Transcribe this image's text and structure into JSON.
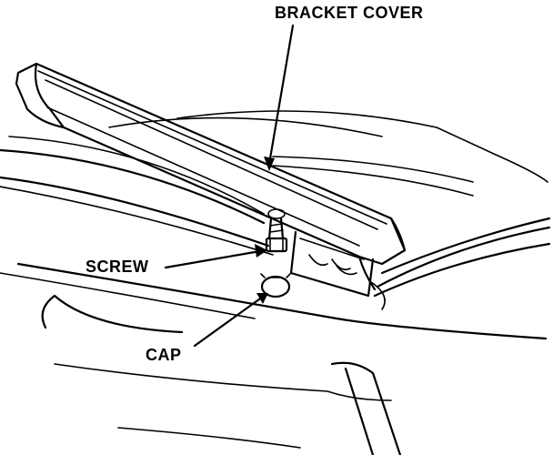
{
  "labels": {
    "bracket_cover": "BRACKET COVER",
    "screw": "SCREW",
    "cap": "CAP"
  },
  "colors": {
    "ink": "#000000",
    "background": "#ffffff"
  }
}
